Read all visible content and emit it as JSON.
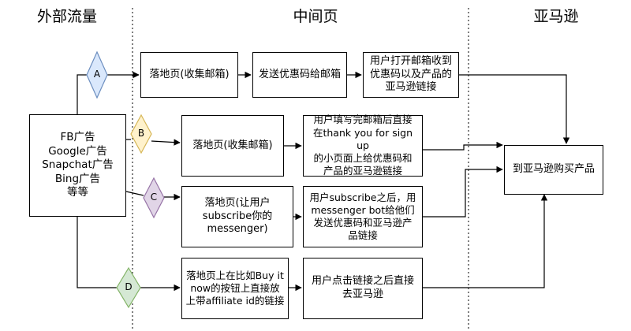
{
  "columns": {
    "external": "外部流量",
    "middle": "中间页",
    "amazon": "亚马逊"
  },
  "source_box": "FB广告\nGoogle广告\nSnapchat广告\nBing广告\n等等",
  "target_box": "到亚马逊购买产品",
  "paths": [
    {
      "label": "A",
      "color": "#dae8fc",
      "stroke": "#6c8ebf",
      "step1": "落地页(收集邮箱)",
      "step2": "发送优惠码给邮箱",
      "step3": "用户打开邮箱收到\n优惠码以及产品的\n亚马逊链接"
    },
    {
      "label": "B",
      "color": "#fff2cc",
      "stroke": "#d6b656",
      "step1": "落地页(收集邮箱)",
      "step2": "用户填写完邮箱后直接\n在thank you for sign up\n的小页面上给优惠码和\n产品的亚马逊链接"
    },
    {
      "label": "C",
      "color": "#e1d5e7",
      "stroke": "#9673a6",
      "step1": "落地页(让用户\nsubscribe你的\nmessenger)",
      "step2": "用户subscribe之后，用\nmessenger bot给他们\n发送优惠码和亚马逊产\n品链接"
    },
    {
      "label": "D",
      "color": "#d5e8d4",
      "stroke": "#82b366",
      "step1": "落地页上在比如Buy it\nnow的按钮上直接放\n上带affiliate id的链接",
      "step2": "用户点击链接之后直接\n去亚马逊"
    }
  ]
}
